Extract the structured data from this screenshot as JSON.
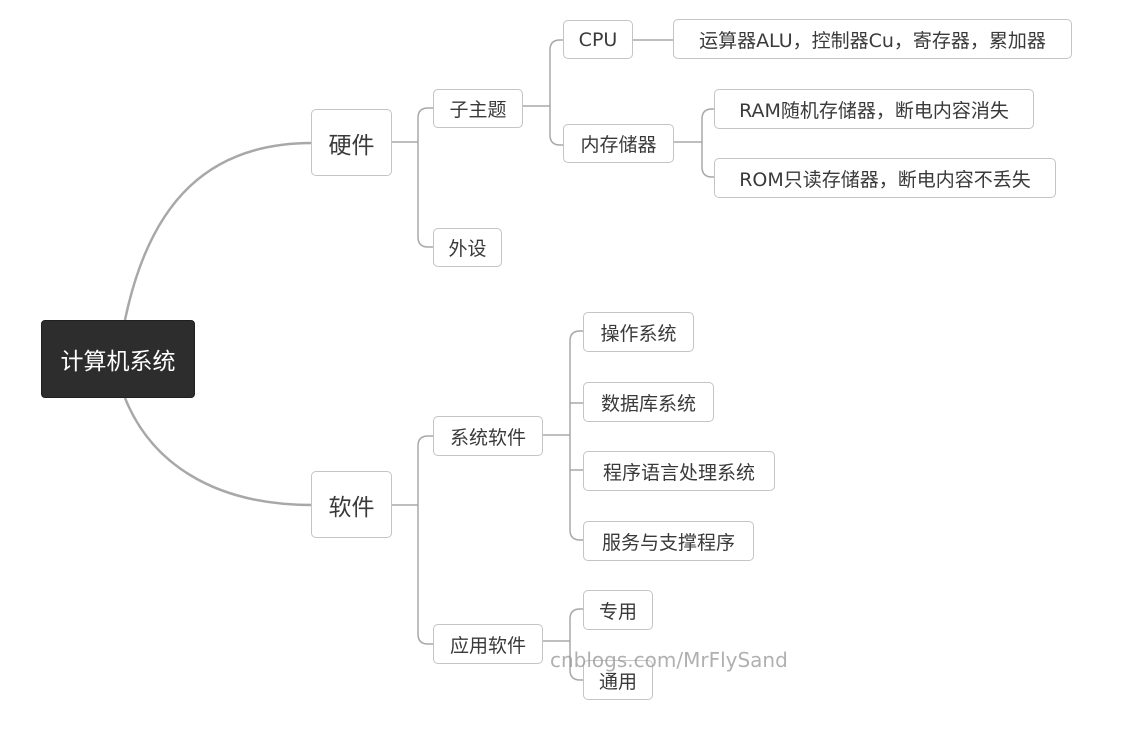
{
  "root": {
    "label": "计算机系统"
  },
  "hardware": {
    "label": "硬件",
    "subtopic": {
      "label": "子主题",
      "cpu": {
        "label": "CPU",
        "detail": "运算器ALU，控制器Cu，寄存器，累加器"
      },
      "memory": {
        "label": "内存储器",
        "ram": "RAM随机存储器，断电内容消失",
        "rom": "ROM只读存储器，断电内容不丢失"
      }
    },
    "peripheral": {
      "label": "外设"
    }
  },
  "software": {
    "label": "软件",
    "system": {
      "label": "系统软件",
      "items": [
        "操作系统",
        "数据库系统",
        "程序语言处理系统",
        "服务与支撑程序"
      ]
    },
    "application": {
      "label": "应用软件",
      "items": [
        "专用",
        "通用"
      ]
    }
  },
  "watermark": "cnblogs.com/MrFlySand",
  "colors": {
    "root_fill": "#2d2d2d",
    "node_border": "#c4c4c4",
    "line": "#a8a8a8",
    "text": "#3a3a3a"
  }
}
